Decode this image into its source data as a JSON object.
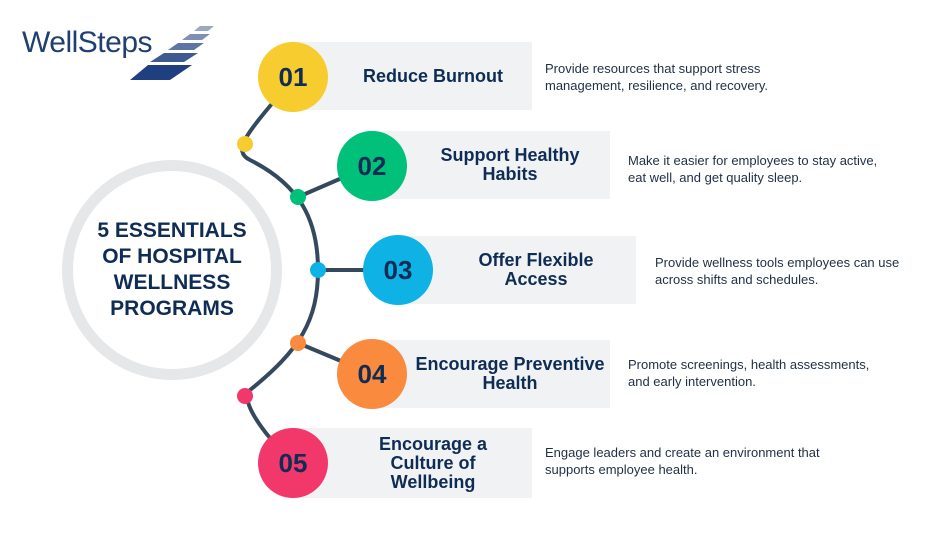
{
  "logo": {
    "text": "WellSteps"
  },
  "hub": {
    "title": "5 ESSENTIALS OF HOSPITAL WELLNESS PROGRAMS"
  },
  "colors": {
    "navy": "#0f2c55",
    "yellow": "#f6cc2f",
    "green": "#00c07a",
    "blue": "#0eb2e4",
    "orange": "#f98a3e",
    "pink": "#f2386a",
    "card": "#f1f2f4"
  },
  "items": [
    {
      "number": "01",
      "title": "Reduce Burnout",
      "description": "Provide resources that support stress management, resilience, and recovery.",
      "color": "#f6cc2f"
    },
    {
      "number": "02",
      "title": "Support Healthy Habits",
      "description": "Make it easier for employees to stay active, eat well, and get quality sleep.",
      "color": "#00c07a"
    },
    {
      "number": "03",
      "title": "Offer Flexible Access",
      "description": "Provide wellness tools employees can use across shifts and schedules.",
      "color": "#0eb2e4"
    },
    {
      "number": "04",
      "title": "Encourage Preventive Health",
      "description": "Promote screenings, health assessments, and early intervention.",
      "color": "#f98a3e"
    },
    {
      "number": "05",
      "title": "Encourage a Culture of Wellbeing",
      "description": "Engage leaders and create an environment that supports employee health.",
      "color": "#f2386a"
    }
  ]
}
